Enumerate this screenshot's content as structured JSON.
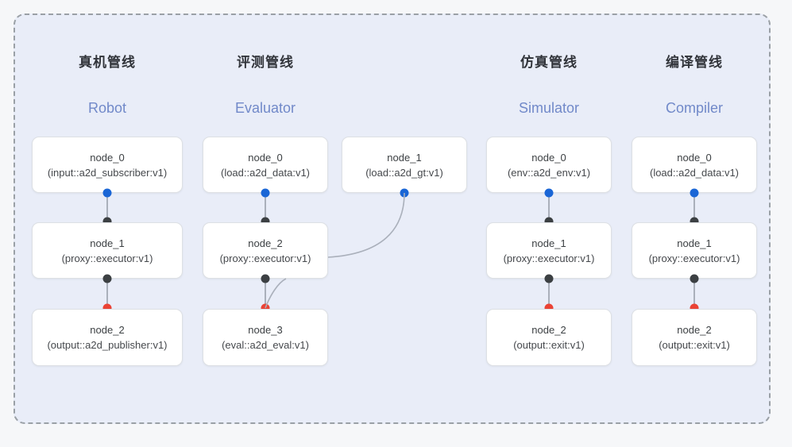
{
  "panel": {
    "border_style": "dashed",
    "border_color": "#9aa0a6",
    "background": "#e9edf8"
  },
  "colors": {
    "input_dot": "#1a66d6",
    "middle_dot": "#3c4043",
    "output_dot": "#ea4335",
    "edge_line": "#aab0bb",
    "subtitle": "#7189c9",
    "title": "#31343a",
    "card_border": "#dde0e4",
    "card_background": "#ffffff"
  },
  "columns": [
    {
      "title": "真机管线",
      "subtitle": "Robot",
      "nodes": [
        {
          "name": "node_0",
          "type": "(input::a2d_subscriber:v1)"
        },
        {
          "name": "node_1",
          "type": "(proxy::executor:v1)"
        },
        {
          "name": "node_2",
          "type": "(output::a2d_publisher:v1)"
        }
      ]
    },
    {
      "title": "评测管线",
      "subtitle": "Evaluator",
      "nodes": [
        {
          "name": "node_0",
          "type": "(load::a2d_data:v1)"
        },
        {
          "name": "node_1",
          "type": "(load::a2d_gt:v1)"
        },
        {
          "name": "node_2",
          "type": "(proxy::executor:v1)"
        },
        {
          "name": "node_3",
          "type": "(eval::a2d_eval:v1)"
        }
      ]
    },
    {
      "title": "仿真管线",
      "subtitle": "Simulator",
      "nodes": [
        {
          "name": "node_0",
          "type": "(env::a2d_env:v1)"
        },
        {
          "name": "node_1",
          "type": "(proxy::executor:v1)"
        },
        {
          "name": "node_2",
          "type": "(output::exit:v1)"
        }
      ]
    },
    {
      "title": "编译管线",
      "subtitle": "Compiler",
      "nodes": [
        {
          "name": "node_0",
          "type": "(load::a2d_data:v1)"
        },
        {
          "name": "node_1",
          "type": "(proxy::executor:v1)"
        },
        {
          "name": "node_2",
          "type": "(output::exit:v1)"
        }
      ]
    }
  ]
}
